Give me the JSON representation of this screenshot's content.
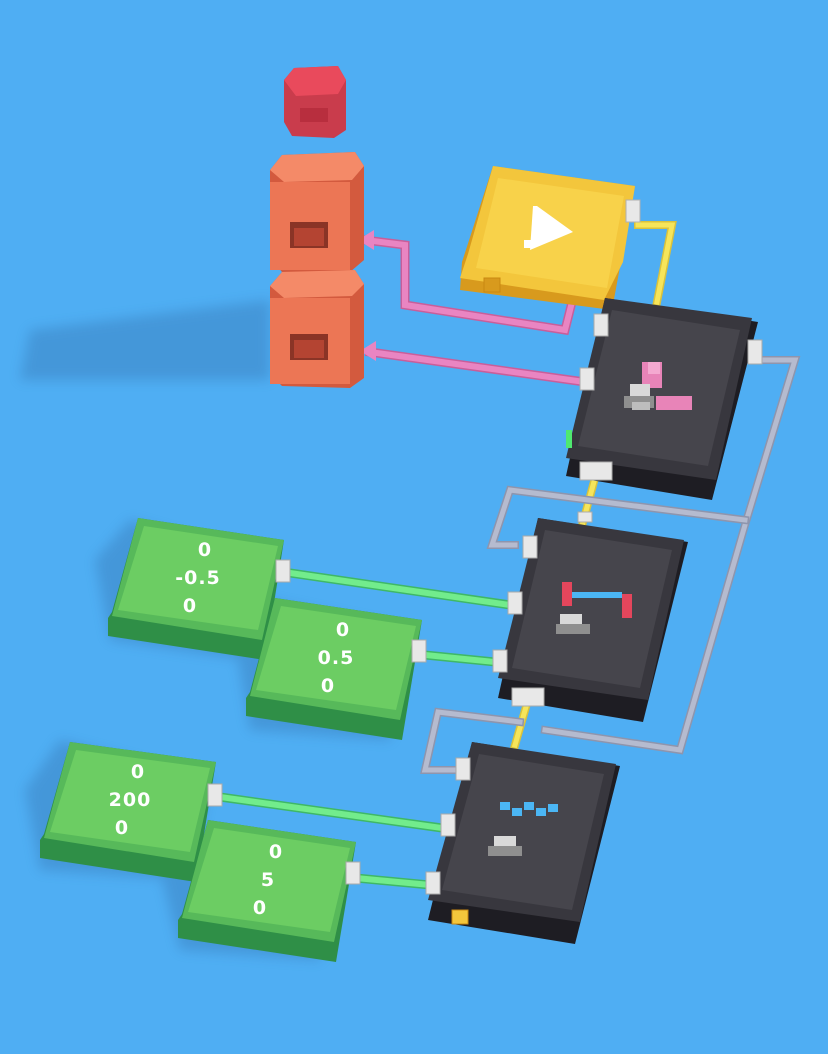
{
  "colors": {
    "background": "#4faef3",
    "value_block": "#5fc25a",
    "logic_block": "#3a3940",
    "play_block": "#f2c63a",
    "output_block": "#ef7b5a",
    "wire_pink": "#e57aba",
    "wire_green": "#6ee886",
    "wire_yellow": "#f5e357",
    "wire_gray": "#a9b0c8"
  },
  "play_block": {
    "icon": "play-icon"
  },
  "output_blocks": [
    {
      "icon": "red-voxel-cube-icon"
    },
    {
      "icon": "orange-output-socket-icon"
    },
    {
      "icon": "orange-output-socket-icon"
    }
  ],
  "logic_blocks": [
    {
      "icon": "axis-rotate-icon"
    },
    {
      "icon": "range-scale-icon"
    },
    {
      "icon": "wave-noise-icon"
    }
  ],
  "value_blocks": [
    {
      "lines": [
        "0",
        "-0.5",
        "0"
      ]
    },
    {
      "lines": [
        "0",
        "0.5",
        "0"
      ]
    },
    {
      "lines": [
        "0",
        "200",
        "0"
      ]
    },
    {
      "lines": [
        "0",
        "5",
        "0"
      ]
    }
  ]
}
